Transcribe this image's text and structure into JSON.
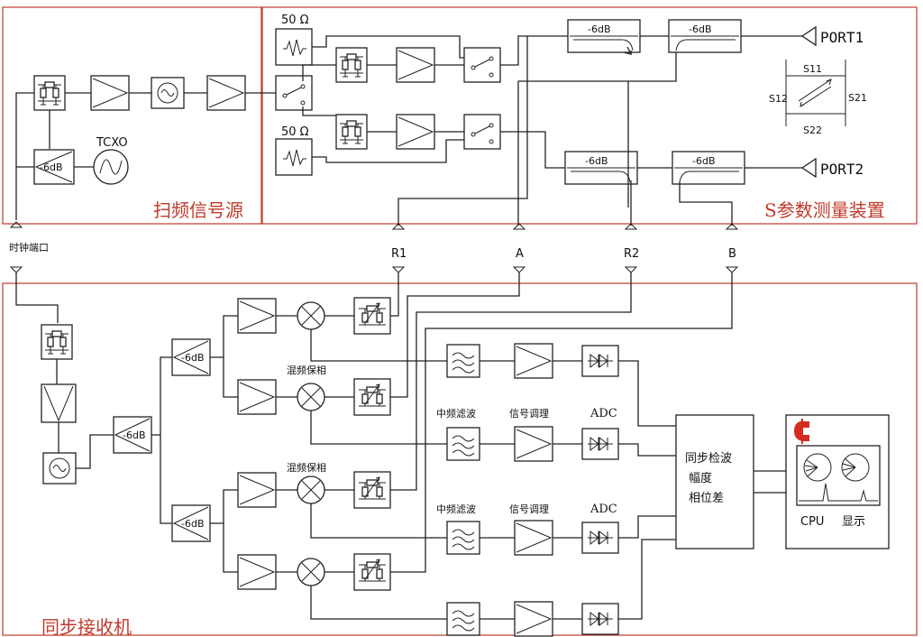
{
  "sections": {
    "sweep_source": "扫频信号源",
    "s_param": "S参数测量装置",
    "receiver": "同步接收机"
  },
  "labels": {
    "tcxo": "TCXO",
    "clock_port": "时钟端口",
    "load_top": "50 Ω",
    "load_bottom": "50 Ω",
    "coupler": "-6dB",
    "port1": "PORT1",
    "port2": "PORT2",
    "s11": "S11",
    "s12": "S12",
    "s21": "S21",
    "s22": "S22",
    "r1": "R1",
    "a": "A",
    "r2": "R2",
    "b": "B",
    "mixer_phase_1": "混频保相",
    "mixer_phase_2": "混频保相",
    "if_filter_1": "中频滤波",
    "if_filter_2": "中频滤波",
    "conditioning_1": "信号调理",
    "conditioning_2": "信号调理",
    "adc_1": "ADC",
    "adc_2": "ADC",
    "detector_1": "同步检波",
    "detector_2": "幅度",
    "detector_3": "相位差",
    "cpu": "CPU",
    "display": "显示"
  },
  "colors": {
    "section_border": "#c0392b",
    "section_label": "#c0392b",
    "line": "#222222",
    "logo": "#d62b1f"
  }
}
